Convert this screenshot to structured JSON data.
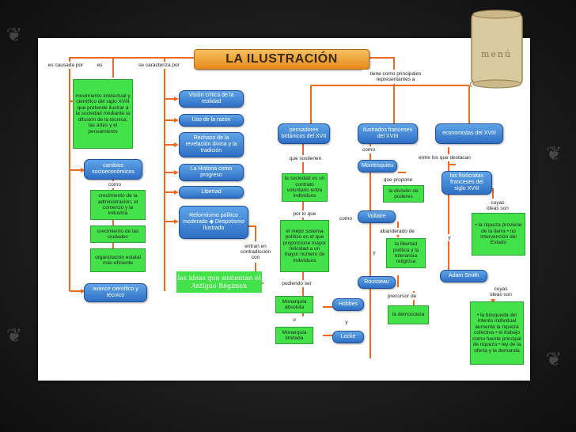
{
  "title": "LA ILUSTRACIÓN",
  "menu": {
    "label": "menú"
  },
  "nodes": {
    "movimiento": "movimiento intelectual y científico del siglo XVIII que pretende ilustrar a la sociedad mediante la difusión de la técnica, las artes y el pensamiento",
    "cambios": "cambios socioeconómicos",
    "crecimiento_admin": "crecimiento de la administración, el comercio y la industria",
    "crecimiento_ciudades": "crecimiento de las ciudades",
    "organizacion": "organización estatal más eficiente",
    "avance": "avance científico y técnico",
    "vision": "Visión crítica de la realidad",
    "razon": "Uso de la razón",
    "rechazo": "Rechazo de la revelación divina y la tradición",
    "historia": "La Historia como progreso",
    "libertad": "Libertad",
    "reformismo": "Reformismo político moderado ◆ Despotismo Ilustrado",
    "ideas": "las ideas que sustentan el Antiguo Régimen",
    "pensadores": "pensadores británicos del XVII",
    "ilustrados": "ilustrados franceses del XVIII",
    "economistas": "economistas del XVIII",
    "sociedad_contrato": "la sociedad es un contrato voluntario entre individuos",
    "mejor_sistema": "el mejor sistema político es el que proporcione mayor felicidad a un mayor número de individuos",
    "monarquia_absoluta": "Monarquía absoluta",
    "monarquia_limitada": "Monarquía limitada",
    "hobbes": "Hobbes",
    "locke": "Locke",
    "montesquieu": "Montesquieu",
    "division": "la división de poderes",
    "voltaire": "Voltaire",
    "libertad_politica": "la libertad política y la tolerancia religiosa",
    "rousseau": "Rousseau",
    "democracia": "la democracia",
    "fisiocratas": "los fisiócratas franceses del siglo XVIII",
    "riqueza": "• la riqueza proviene de la tierra • no intervención del Estado",
    "adam_smith": "Adam Smith",
    "busqueda": "• la búsqueda del interés individual aumenta la riqueza colectiva • el trabajo como fuente principal de riqueza • ley de la oferta y la demanda"
  },
  "labels": {
    "es_causada_por": "es causada por",
    "es": "es",
    "se_caracteriza_por": "se caracteriza por",
    "tiene_como": "tiene como principales representantes a",
    "como1": "como",
    "como2": "como",
    "como3": "como",
    "que_sostienen": "que sostienen",
    "por_lo_que": "por lo que",
    "pudiendo_ser": "pudiendo ser",
    "o": "o",
    "entran_en": "entran en contradicción con",
    "que_propone": "que propone",
    "abanderado": "abanderado de",
    "y1": "y",
    "y2": "y",
    "y3": "y",
    "precursor": "precursor de",
    "entre_los": "entre los que destacan",
    "cuyas_ideas1": "cuyas ideas son",
    "cuyas_ideas2": "cuyas ideas son"
  },
  "colors": {
    "blue_box": "#3c82d6",
    "green_box": "#44e24a",
    "connector": "#ef6a20",
    "title_box": "#eea23a"
  }
}
